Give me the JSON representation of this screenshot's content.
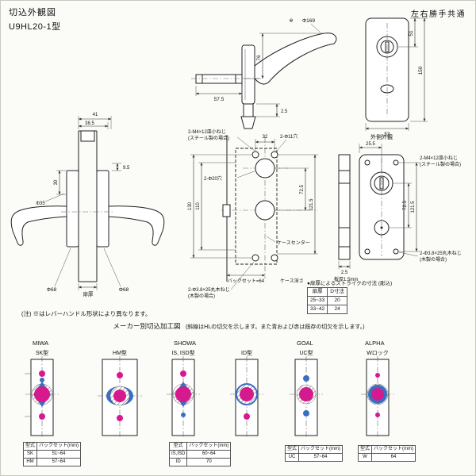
{
  "header": {
    "title": "切込外観図",
    "model": "U9HL20-1型",
    "handing": "左右勝手共通"
  },
  "colors": {
    "magenta": "#d6198c",
    "blue": "#3a6fc0",
    "line": "#222222"
  },
  "main": {
    "labels": {
      "screw_steel_1": "2-M4×12皿小ねじ",
      "screw_steel_2": "(スチール製の場合)",
      "screw_wood_1": "2-Φ3.8×25丸木ねじ",
      "screw_wood_2": "(木製の場合)",
      "hole11": "2-Φ11穴",
      "hole20": "2-Φ20穴",
      "case_center": "ケースセンター",
      "backset": "バックセット=64",
      "case_depth": "ケース深さ",
      "outside_view": "外側外観",
      "door_thickness": "扉厚",
      "plate_thickness": "板厚1.5mm",
      "asterisk": "※",
      "note": "(注) ※はレバーハンドル形状により異なります。"
    },
    "dims": {
      "handle_dia": "Φ169",
      "d76": "76",
      "d57_5": "57.5",
      "d2_5": "2.5",
      "d41": "41",
      "d38_5": "38.5",
      "d9_5": "9.5",
      "d30": "30",
      "d35": "Φ35",
      "d68": "Φ68",
      "d130": "130",
      "d110": "110",
      "d32": "32",
      "d121_5": "121.5",
      "d72_5": "72.5",
      "d25_5": "25.5",
      "d150": "150",
      "d53": "53",
      "d51": "51"
    }
  },
  "strike_table": {
    "title": "●扉厚によるストライクの寸法 (彫込)",
    "header": {
      "col1": "扉厚",
      "col2": "D寸法"
    },
    "rows": [
      {
        "c1": "25~33",
        "c2": "20"
      },
      {
        "c1": "33~42",
        "c2": "24"
      }
    ]
  },
  "makers": {
    "title": "メーカー別切込加工図",
    "subtitle": "(斜線はHLの切欠を示します。また青および赤は既存の切欠を示します。)",
    "brands": [
      {
        "name": "MIWA",
        "model_a": "SK型",
        "model_b": "HM型"
      },
      {
        "name": "SHOWA",
        "model_a": "IS, ISD型",
        "model_b": "ID型"
      },
      {
        "name": "GOAL",
        "model_a": "UC型"
      },
      {
        "name": "ALPHA",
        "model_a": "Wロック"
      }
    ],
    "table_header": {
      "col1": "型式",
      "col2": "バックセット(mm)"
    },
    "tables": {
      "miwa": [
        {
          "c1": "SK",
          "c2": "51~64"
        },
        {
          "c1": "HM",
          "c2": "57~64"
        }
      ],
      "showa": [
        {
          "c1": "IS,ISD",
          "c2": "60~64"
        },
        {
          "c1": "ID",
          "c2": "70"
        }
      ],
      "goal": [
        {
          "c1": "UC",
          "c2": "57~64"
        }
      ],
      "alpha": [
        {
          "c1": "W",
          "c2": "64"
        }
      ]
    }
  }
}
